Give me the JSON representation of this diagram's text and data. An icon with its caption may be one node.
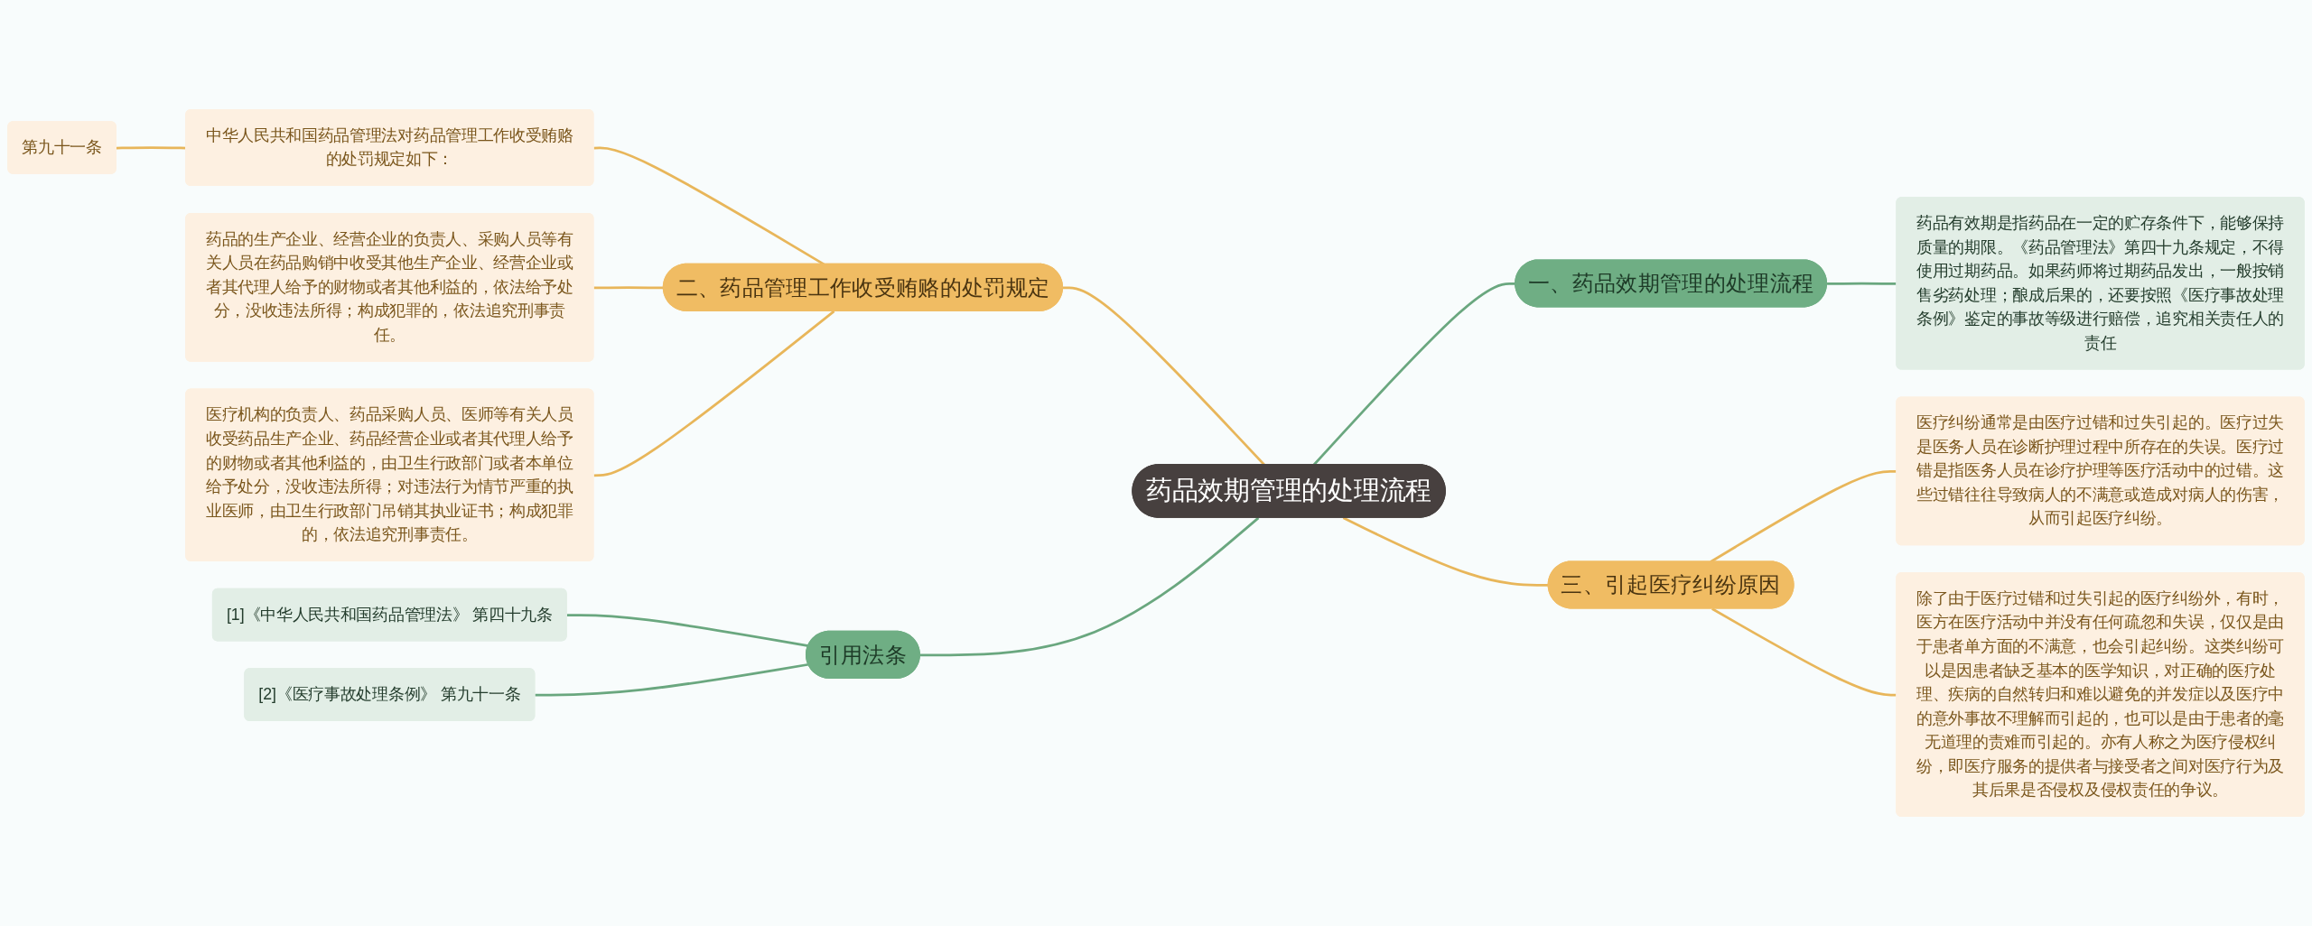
{
  "diagram": {
    "nodes": [
      {
        "text": [
          "药品效期管理的处理流程"
        ]
      },
      {
        "text": [
          "一、药品效期管理的处理流程"
        ]
      },
      {
        "text": [
          "药品有效期是指药品在一定的贮存条件下，能够保持质量的期限。《药品管理法》第四十九条规定，不得使用过期药品。如果药师将过期药品发出，一般按销售劣药处理；酿成后果的，还要按照《医疗事故处理条例》鉴定的事故等级进行赔偿，追究相关责任人的责任"
        ]
      },
      {
        "text": [
          "二、药品管理工作收受贿赂的处罚规定"
        ]
      },
      {
        "text": [
          "中华人民共和国药品管理法对药品管理工作收受贿赂的处罚规定如下："
        ]
      },
      {
        "text": [
          "第九十一条"
        ]
      },
      {
        "text": [
          "药品的生产企业、经营企业的负责人、采购人员等有关人员在药品购销中收受其他生产企业、经营企业或者其代理人给予的财物或者其他利益的，依法给予处分，没收违法所得；构成犯罪的，依法追究刑事责任。"
        ]
      },
      {
        "text": [
          "医疗机构的负责人、药品采购人员、医师等有关人员收受药品生产企业、药品经营企业或者其代理人给予的财物或者其他利益的，由卫生行政部门或者本单位给予处分，没收违法所得；对违法行为情节严重的执业医师，由卫生行政部门吊销其执业证书；构成犯罪的，依法追究刑事责任。"
        ]
      },
      {
        "text": [
          "三、引起医疗纠纷原因"
        ]
      },
      {
        "text": [
          "医疗纠纷通常是由医疗过错和过失引起的。医疗过失是医务人员在诊断护理过程中所存在的失误。医疗过错是指医务人员在诊疗护理等医疗活动中的过错。这些过错往往导致病人的不满意或造成对病人的伤害，从而引起医疗纠纷。"
        ]
      },
      {
        "text": [
          "除了由于医疗过错和过失引起的医疗纠纷外，有时，医方在医疗活动中并没有任何疏忽和失误，仅仅是由于患者单方面的不满意，也会引起纠纷。这类纠纷可以是因患者缺乏基本的医学知识，对正确的医疗处理、疾病的自然转归和难以避免的并发症以及医疗中的意外事故不理解而引起的，也可以是由于患者的毫无道理的责难而引起的。亦有人称之为医疗侵权纠纷，即医疗服务的提供者与接受者之间对医疗行为及其后果是否侵权及侵权责任的争议。"
        ]
      },
      {
        "text": [
          "引用法条"
        ]
      },
      {
        "text": [
          "[1]《中华人民共和国药品管理法》 第四十九条"
        ]
      },
      {
        "text": [
          "[2]《医疗事故处理条例》 第九十一条"
        ]
      }
    ],
    "edges": [
      {
        "from": 0,
        "to": 1,
        "arrow": "none",
        "color": "#6aa77f"
      },
      {
        "from": 1,
        "to": 2,
        "arrow": "none",
        "color": "#6aa77f"
      },
      {
        "from": 3,
        "to": 0,
        "arrow": "none"
      },
      {
        "from": 4,
        "to": 3,
        "arrow": "none"
      },
      {
        "from": 5,
        "to": 4,
        "arrow": "none"
      },
      {
        "from": 6,
        "to": 3,
        "arrow": "none"
      },
      {
        "from": 7,
        "to": 3,
        "arrow": "none"
      },
      {
        "from": 0,
        "to": 8,
        "arrow": "none"
      },
      {
        "from": 8,
        "to": 9,
        "arrow": "none"
      },
      {
        "from": 8,
        "to": 10,
        "arrow": "none"
      },
      {
        "from": 11,
        "to": 0,
        "arrow": "none",
        "color": "#6aa77f"
      },
      {
        "from": 12,
        "to": 11,
        "arrow": "none",
        "color": "#6aa77f"
      },
      {
        "from": 13,
        "to": 11,
        "arrow": "none",
        "color": "#6aa77f"
      }
    ]
  }
}
